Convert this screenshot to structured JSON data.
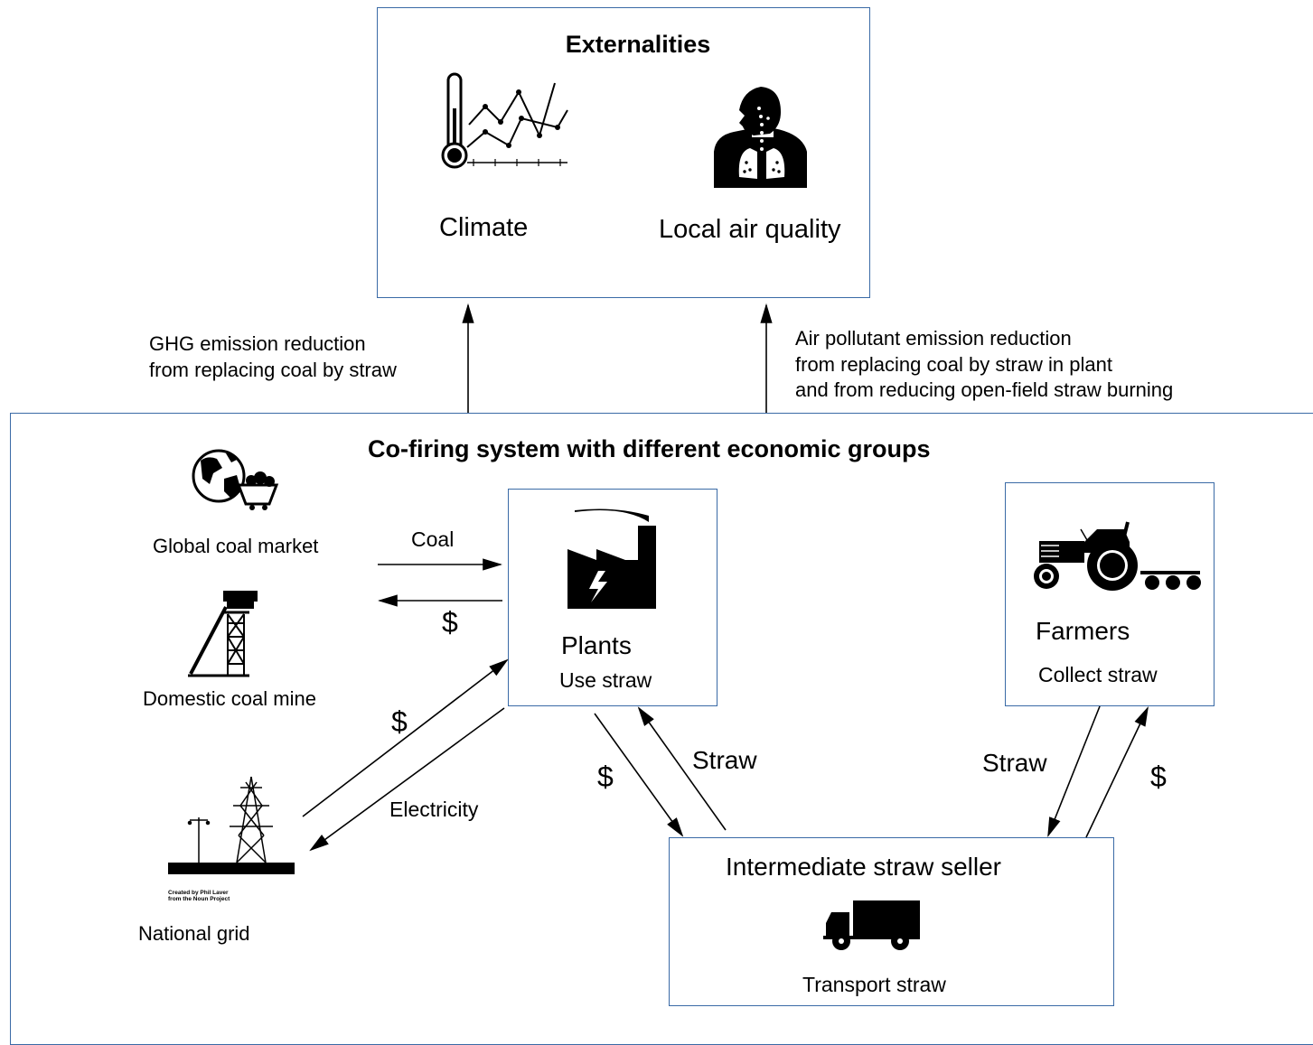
{
  "externalities": {
    "title": "Externalities",
    "climate_label": "Climate",
    "air_quality_label": "Local air quality"
  },
  "flows_up": {
    "ghg_lines": [
      "GHG emission reduction",
      "from replacing coal by straw"
    ],
    "air_lines": [
      "Air pollutant emission reduction",
      "from replacing coal by straw in plant",
      "and from reducing open-field straw burning"
    ]
  },
  "system": {
    "title": "Co-firing system with different economic groups"
  },
  "actors": {
    "global_coal_market": "Global coal market",
    "domestic_coal_mine": "Domestic coal mine",
    "national_grid": "National grid",
    "credit_lines": [
      "Created by Phil Laver",
      "from the Noun Project"
    ],
    "plants_name": "Plants",
    "plants_role": "Use straw",
    "farmers_name": "Farmers",
    "farmers_role": "Collect straw",
    "seller_name": "Intermediate straw seller",
    "seller_role": "Transport straw"
  },
  "arrow_labels": {
    "coal": "Coal",
    "money_coal": "$",
    "money_grid": "$",
    "electricity": "Electricity",
    "money_seller": "$",
    "straw_to_plants": "Straw",
    "straw_from_farmers": "Straw",
    "money_farmers": "$"
  }
}
